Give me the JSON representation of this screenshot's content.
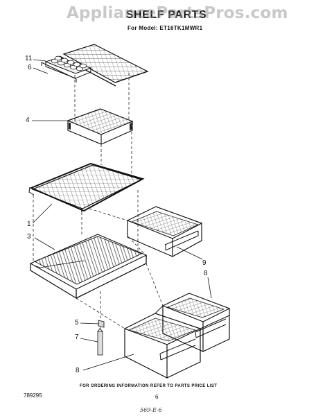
{
  "watermark": "AppliancePartsPros.com",
  "header": {
    "title": "SHELF PARTS",
    "subtitle": "For Model: ET16TK1MWR1"
  },
  "callouts": {
    "c11": "11",
    "c6": "6",
    "c4": "4",
    "c1": "1",
    "c3": "3",
    "c9": "9",
    "c8a": "8",
    "c5": "5",
    "c7": "7",
    "c8b": "8"
  },
  "footer": {
    "note": "FOR ORDERING INFORMATION REFER TO PARTS PRICE LIST",
    "doc_number": "789295",
    "page_number": "6",
    "handwritten": "569-E-6"
  }
}
